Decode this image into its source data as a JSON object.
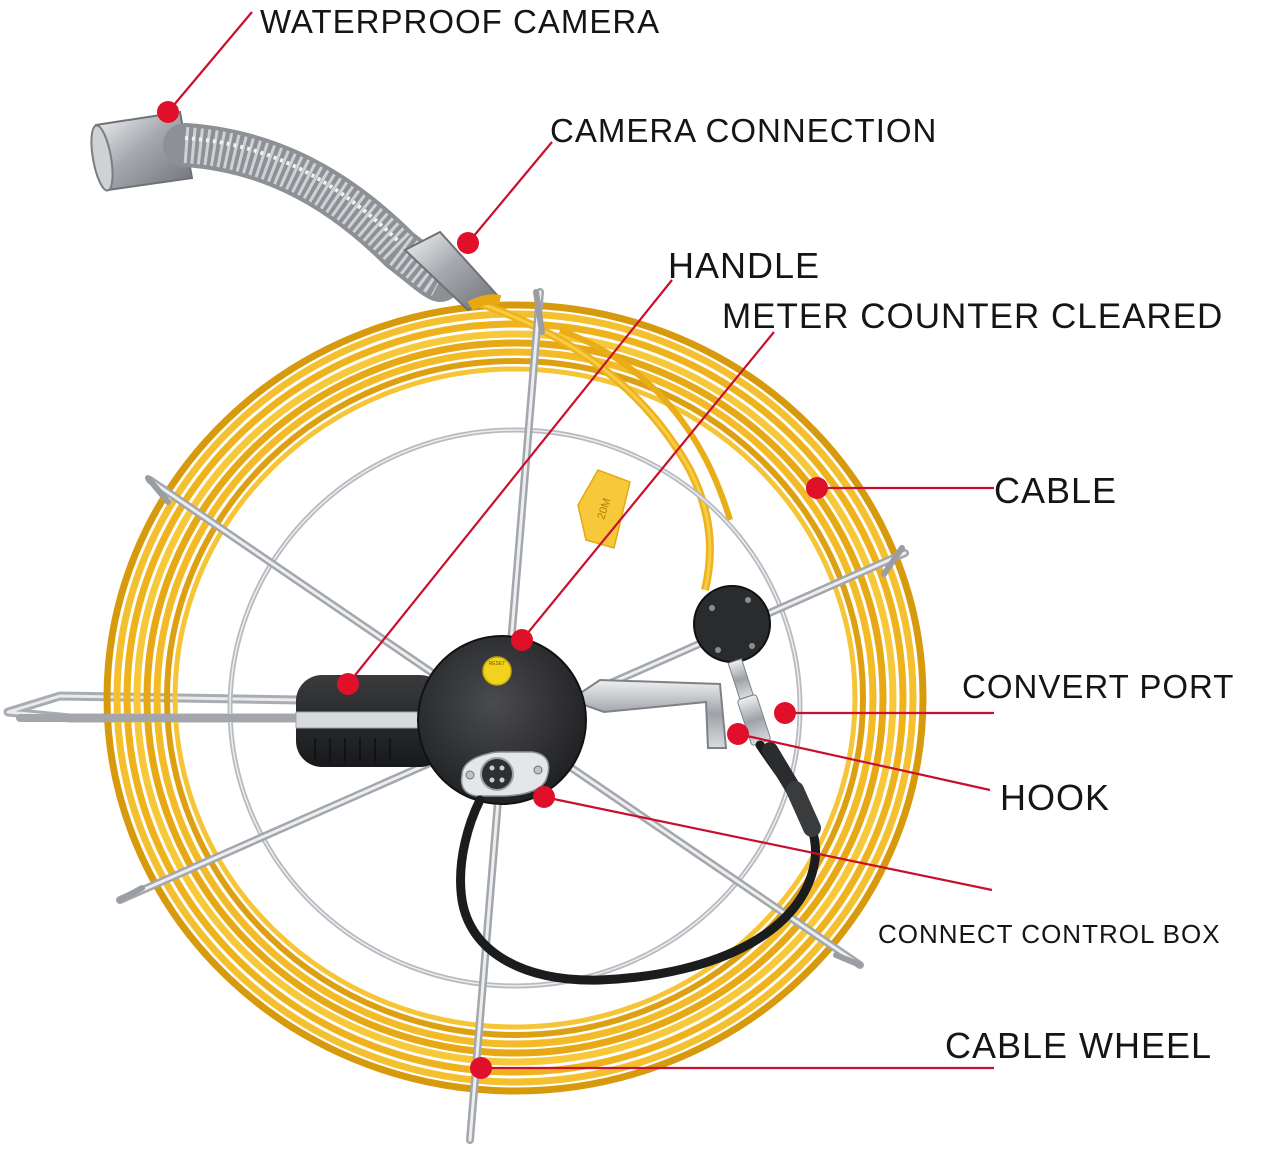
{
  "colors": {
    "callout": "#e0102a",
    "cable": "#f2b41a",
    "frame": "#b9bcc0",
    "hub": "#2b2c2e"
  },
  "callouts": [
    {
      "id": "waterproof-camera",
      "label": "WATERPROOF CAMERA"
    },
    {
      "id": "camera-connection",
      "label": "CAMERA CONNECTION"
    },
    {
      "id": "handle",
      "label": "HANDLE"
    },
    {
      "id": "meter-counter-cleared",
      "label": "METER COUNTER CLEARED"
    },
    {
      "id": "cable",
      "label": "CABLE"
    },
    {
      "id": "convert-port",
      "label": "CONVERT PORT"
    },
    {
      "id": "hook",
      "label": "HOOK"
    },
    {
      "id": "connect-control-box",
      "label": "CONNECT CONTROL BOX"
    },
    {
      "id": "cable-wheel",
      "label": "CABLE WHEEL"
    }
  ],
  "tag": {
    "label": "20M"
  }
}
